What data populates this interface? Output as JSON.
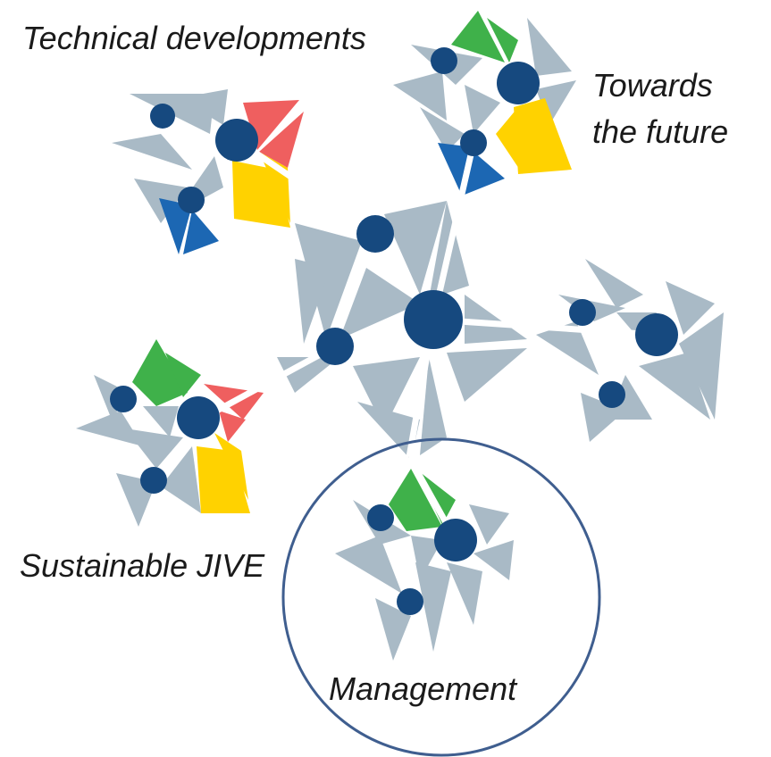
{
  "labels": {
    "technical": "Technical developments",
    "towards_line1": "Towards",
    "towards_line2": "the future",
    "sustainable": "Sustainable JIVE",
    "management": "Management"
  },
  "colors": {
    "gray": "#a9bac6",
    "node": "#16497f",
    "green": "#3fb14a",
    "red": "#ef5f5f",
    "yellow": "#ffd200",
    "blue": "#1c67b3",
    "highlight_ring": "#3f5e8f"
  },
  "clusters": [
    {
      "id": "technical-developments",
      "accents": [
        "red",
        "yellow",
        "blue"
      ]
    },
    {
      "id": "towards-the-future",
      "accents": [
        "green",
        "yellow",
        "blue"
      ]
    },
    {
      "id": "central-hub",
      "accents": []
    },
    {
      "id": "right-cluster",
      "accents": []
    },
    {
      "id": "sustainable-jive",
      "accents": [
        "green",
        "red",
        "yellow"
      ]
    },
    {
      "id": "management",
      "accents": [
        "green"
      ],
      "highlighted": true
    }
  ]
}
